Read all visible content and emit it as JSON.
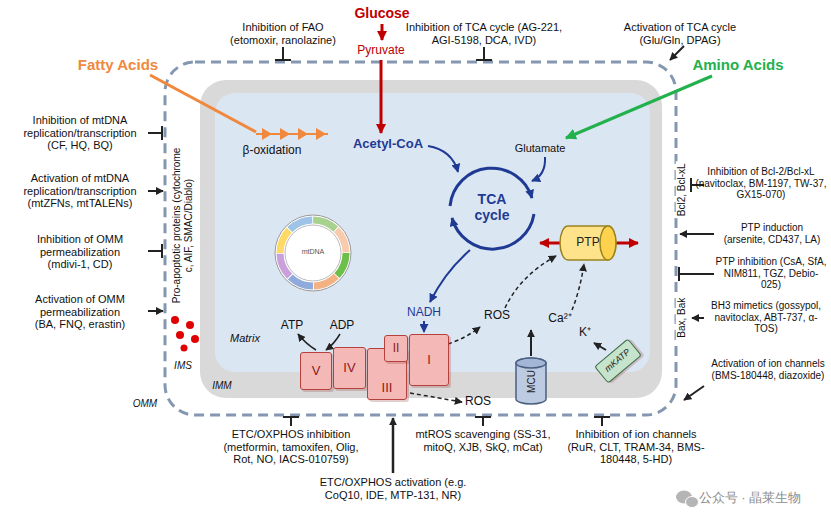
{
  "diagram": {
    "nodes": [
      {
        "text": [
          "V"
        ]
      },
      {
        "text": [
          "IV"
        ]
      },
      {
        "text": [
          "III"
        ]
      },
      {
        "text": [
          "II"
        ]
      },
      {
        "text": [
          "I"
        ]
      },
      {
        "text": [
          "PTP"
        ]
      },
      {
        "text": [
          "MCU"
        ]
      },
      {
        "text": [
          "mKATP"
        ]
      }
    ],
    "labels": [
      "Inhibition of FAO (etomoxir, ranolazine)",
      "Glucose",
      "Inhibition of TCA cycle (AG-221, AGI-5198, DCA, IVD)",
      "Activation of TCA cycle (Glu/Gln, DPAG)",
      "Pyruvate",
      "Fatty Acids",
      "Amino Acids",
      "Inhibition of mtDNA replication/transcription (CF, HQ, BQ)",
      "Activation of mtDNA replication/transcription (mtZFNs, mtTALENs)",
      "Inhibition of OMM permeabilization (mdivi-1, CD)",
      "Activation of OMM permeabilization (BA, FNQ, erastin)",
      "Pro-apoptotic proteins (cytochrome c, AIF, SMAC/Diablo)",
      "β-oxidation",
      "Acetyl-CoA",
      "Glutamate",
      "TCA cycle",
      "mtDNA",
      "NADH",
      "ROS",
      "Ca²⁺",
      "K⁺",
      "ATP",
      "ADP",
      "Matrix",
      "IMM",
      "IMS",
      "OMM",
      "ROS",
      "Bcl2, Bcl-xL",
      "Inhibition of Bcl-2/Bcl-xL (navitoclax, BM-1197, TW-37, GX15-070)",
      "PTP induction (arsenite, CD437, LA)",
      "PTP inhibition (CsA, SfA, NIM811, TGZ, Debio-025)",
      "Bax, Bak",
      "BH3 mimetics (gossypol, navitoclax, ABT-737, α-TOS)",
      "Activation of ion channels (BMS-180448, diazoxide)",
      "ETC/OXPHOS inhibition (metformin, tamoxifen, Olig, Rot, NO, IACS-010759)",
      "mtROS scavenging (SS-31, mitoQ, XJB, SkQ, mCat)",
      "Inhibition of ion channels (RuR, CLT, TRAM-34, BMS-180448, 5-HD)",
      "ETC/OXPHOS activation (e.g. CoQ10, IDE, MTP-131, NR)",
      "公众号 · 晶莱生物"
    ]
  }
}
